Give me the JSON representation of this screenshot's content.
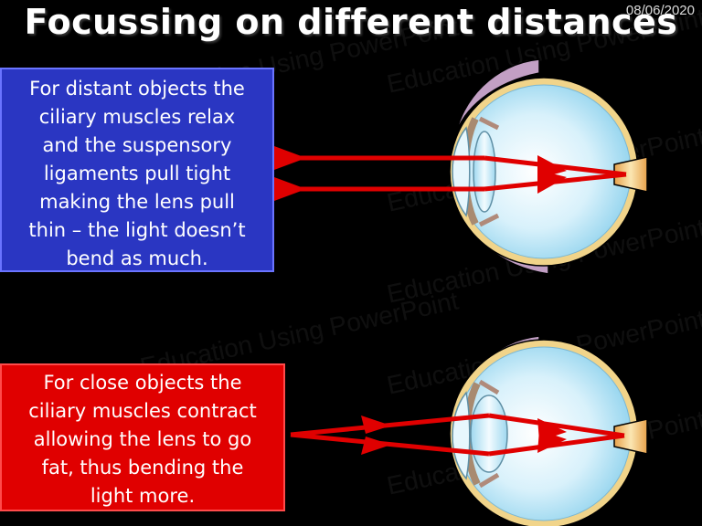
{
  "title": "Focussing on different distances",
  "date": "08/06/2020",
  "distant_box": {
    "lines": [
      "For distant objects the",
      "ciliary muscles relax",
      "and the suspensory",
      "ligaments pull tight",
      "making the lens pull",
      "thin – the light doesn’t",
      "bend as much."
    ],
    "color": "#2a36c2"
  },
  "close_box": {
    "lines": [
      "For close objects the",
      "ciliary muscles contract",
      "allowing the lens to go",
      "fat, thus bending the",
      "light more."
    ],
    "color": "#e00000"
  },
  "watermark": "Education Using PowerPoint",
  "ray_color": "#e00000"
}
